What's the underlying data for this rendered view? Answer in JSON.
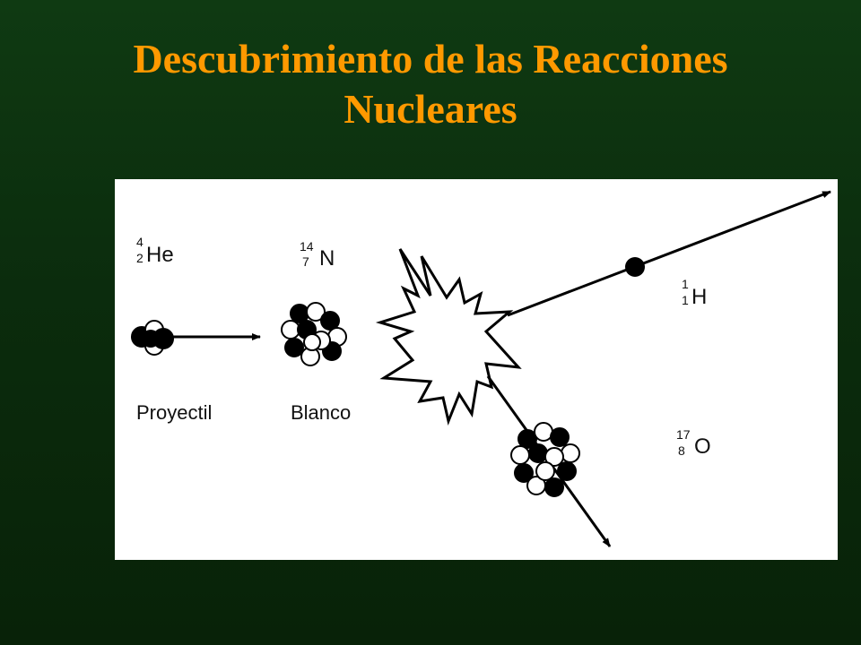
{
  "title": {
    "line1": "Descubrimiento de las Reacciones",
    "line2": "Nucleares"
  },
  "diagram": {
    "projectile": {
      "mass": "4",
      "atomic": "2",
      "symbol": "He",
      "caption": "Proyectil"
    },
    "target": {
      "mass": "14",
      "atomic": "7",
      "symbol": "N",
      "caption": "Blanco"
    },
    "product_light": {
      "mass": "1",
      "atomic": "1",
      "symbol": "H"
    },
    "product_heavy": {
      "mass": "17",
      "atomic": "8",
      "symbol": "O"
    }
  },
  "colors": {
    "title": "#ff9900",
    "background": "#0b2c0d",
    "panel": "#ffffff"
  }
}
